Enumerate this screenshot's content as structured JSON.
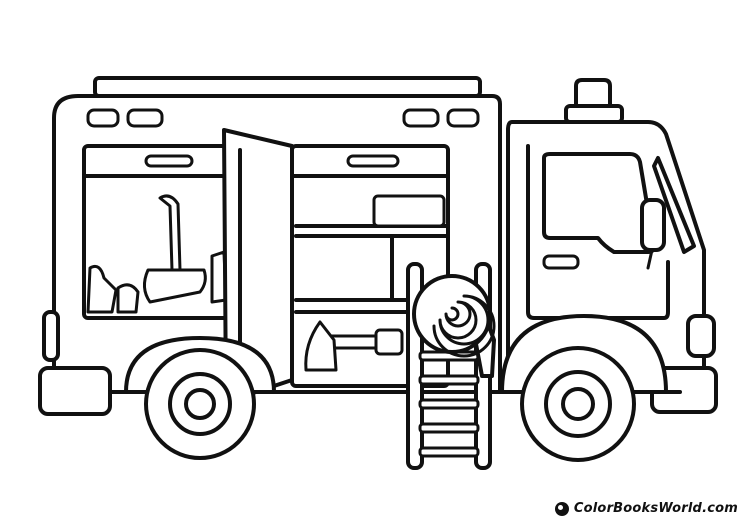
{
  "artwork": {
    "subject": "fire-truck",
    "style": "coloring-page-line-art",
    "ink_color": "#111111",
    "paper_color": "#ffffff"
  },
  "watermark": {
    "text": "ColorBooksWorld.com",
    "icon": "logo-icon"
  }
}
